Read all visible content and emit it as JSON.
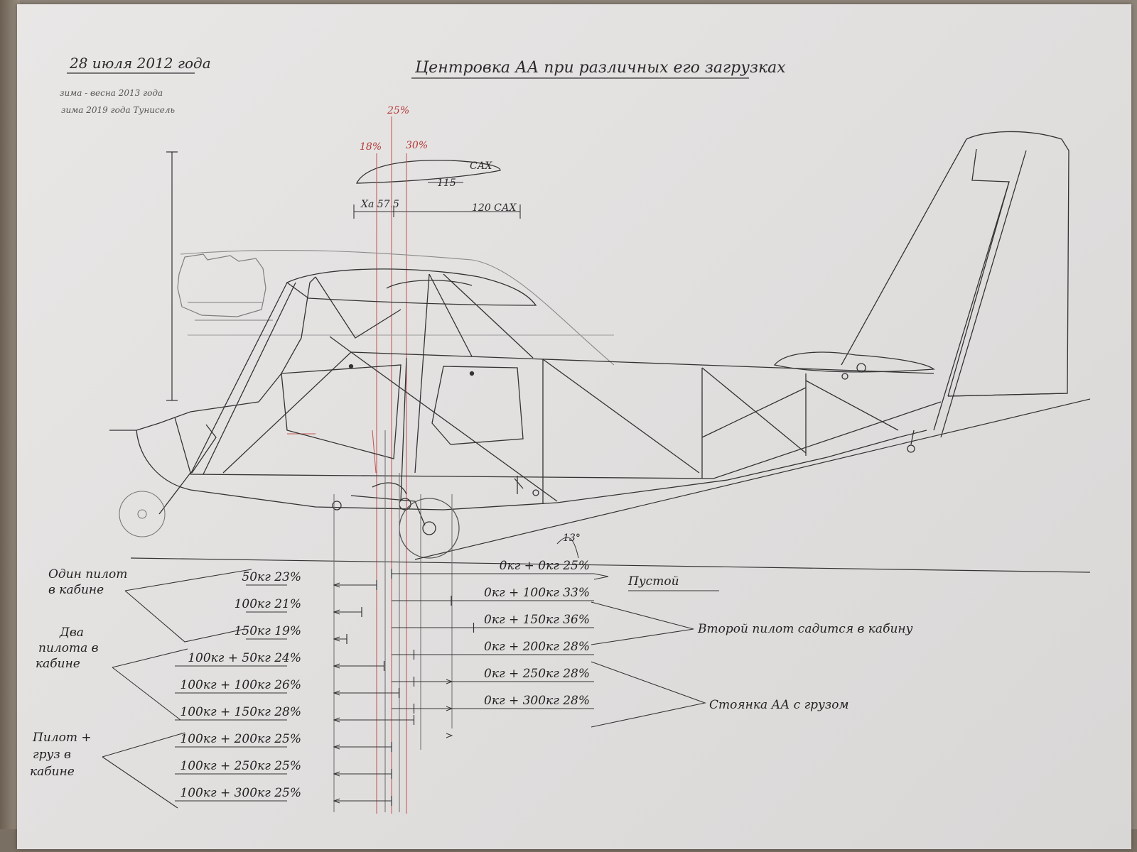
{
  "header": {
    "date": "28 июля 2012 года",
    "note1": "зима - весна 2013 года",
    "note2": "зима 2019 года  Тунисель",
    "title": "Центровка АА при различных его загрузках"
  },
  "mac": {
    "pct_center": "25%",
    "pct_fwd": "18%",
    "pct_aft": "30%",
    "label": "САХ",
    "chord_mark": "115",
    "xa_label": "Xa 57.5",
    "sax_label": "120 САХ"
  },
  "angle_label": "13°",
  "groups": {
    "one_pilot": [
      "Один пилот",
      "в кабине"
    ],
    "two_pilots": [
      "Два",
      "пилота в",
      "кабине"
    ],
    "pilot_cargo": [
      "Пилот +",
      "груз в",
      "кабине"
    ],
    "empty": "Пустой",
    "second_pilot": "Второй пилот садится в кабину",
    "parking": "Стоянка АА с грузом"
  },
  "left_rows": [
    {
      "label": "50кг 23%",
      "pct": 23
    },
    {
      "label": "100кг 21%",
      "pct": 21
    },
    {
      "label": "150кг 19%",
      "pct": 19
    },
    {
      "label": "100кг  +  50кг 24%",
      "pct": 24
    },
    {
      "label": "100кг  +  100кг 26%",
      "pct": 26
    },
    {
      "label": "100кг  +  150кг 28%",
      "pct": 28
    },
    {
      "label": "100кг  +  200кг 25%",
      "pct": 25
    },
    {
      "label": "100кг  +  250кг 25%",
      "pct": 25
    },
    {
      "label": "100кг  +  300кг 25%",
      "pct": 25
    }
  ],
  "right_rows": [
    {
      "label": "0кг +  0кг  25%",
      "pct": 25
    },
    {
      "label": "0кг  + 100кг  33%",
      "pct": 33
    },
    {
      "label": "0кг  +  150кг  36%",
      "pct": 36
    },
    {
      "label": "0кг  + 200кг  28%",
      "pct": 28
    },
    {
      "label": "0кг  +  250кг  28%",
      "pct": 28
    },
    {
      "label": "0кг  +  300кг  28%",
      "pct": 28
    }
  ],
  "colors": {
    "ink": "#333333",
    "pencil": "#8a8a8a",
    "red_pencil": "#c25050"
  }
}
